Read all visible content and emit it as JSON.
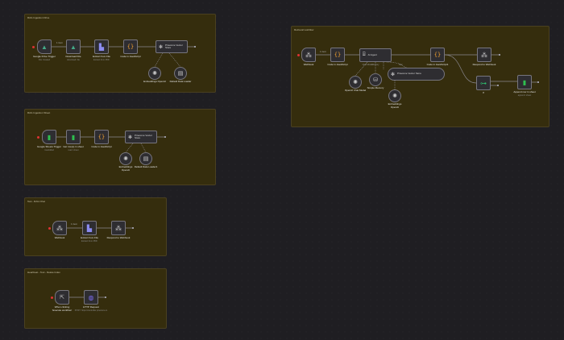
{
  "canvas": {
    "background": "#1f1e22",
    "sticky_color": "#352d0d"
  },
  "stickies": [
    {
      "title": "RAG Ingestion Drive"
    },
    {
      "title": "RAG Ingestion Sheet"
    },
    {
      "title": "Test - RAG Chat"
    },
    {
      "title": "Heartbeat - Tool - Delete Index"
    },
    {
      "title": "Retrieval workflow"
    }
  ],
  "wf1": {
    "edge_label": "1 item",
    "nodes": [
      {
        "label": "Google Drive Trigger",
        "sub": "File Created",
        "icon": "google-drive-icon"
      },
      {
        "label": "Download File",
        "sub": "download: file",
        "icon": "google-drive-icon"
      },
      {
        "label": "Extract from File",
        "sub": "Extract from PDF",
        "icon": "extract-icon"
      },
      {
        "label": "Code in JavaScript",
        "icon": "code-icon"
      },
      {
        "label": "Pinecone Vector Store",
        "icon": "pinecone-icon"
      }
    ],
    "subs": [
      {
        "label": "Embeddings OpenAI"
      },
      {
        "label": "Default Data Loader"
      }
    ]
  },
  "wf2": {
    "nodes": [
      {
        "label": "Google Sheets Trigger",
        "sub": "rowAdded",
        "icon": "google-sheets-icon"
      },
      {
        "label": "Get row(s) in sheet",
        "sub": "read: sheet",
        "icon": "google-sheets-icon"
      },
      {
        "label": "Code in JavaScript",
        "icon": "code-icon"
      },
      {
        "label": "Pinecone Vector Store",
        "icon": "pinecone-icon"
      }
    ],
    "subs": [
      {
        "label": "Embeddings OpenAI"
      },
      {
        "label": "Default Data Loader1"
      }
    ]
  },
  "wf3": {
    "edge_label": "1 item",
    "nodes": [
      {
        "label": "Webhook",
        "icon": "webhook-icon"
      },
      {
        "label": "Extract from File",
        "sub": "Extract from PDF",
        "icon": "extract-icon"
      },
      {
        "label": "Respond to Webhook",
        "icon": "webhook-icon"
      }
    ]
  },
  "wf4": {
    "nodes": [
      {
        "label": "When clicking 'Execute workflow'",
        "icon": "cursor-icon"
      },
      {
        "label": "HTTP Request",
        "sub": "POST: https://controller.pinecone.io",
        "icon": "globe-icon"
      }
    ]
  },
  "wf5": {
    "edge_label": "1 item",
    "nodes": [
      {
        "label": "Webhook",
        "icon": "webhook-icon"
      },
      {
        "label": "Code in JavaScript",
        "icon": "code-icon"
      },
      {
        "label": "AI Agent",
        "icon": "robot-icon"
      },
      {
        "label": "Code in JavaScript1",
        "icon": "code-icon"
      },
      {
        "label": "Respond to Webhook",
        "icon": "webhook-icon"
      },
      {
        "label": "If",
        "icon": "if-icon"
      },
      {
        "label": "Append row in sheet",
        "sub": "append: sheet",
        "icon": "google-sheets-icon"
      }
    ],
    "subs": [
      {
        "label": "OpenAI Chat Model"
      },
      {
        "label": "Simple Memory"
      },
      {
        "label": "Pinecone Vector Store"
      },
      {
        "label": "Embeddings OpenAI"
      }
    ],
    "connector_labels": [
      "Chat Model",
      "Memory",
      "Tool"
    ]
  }
}
